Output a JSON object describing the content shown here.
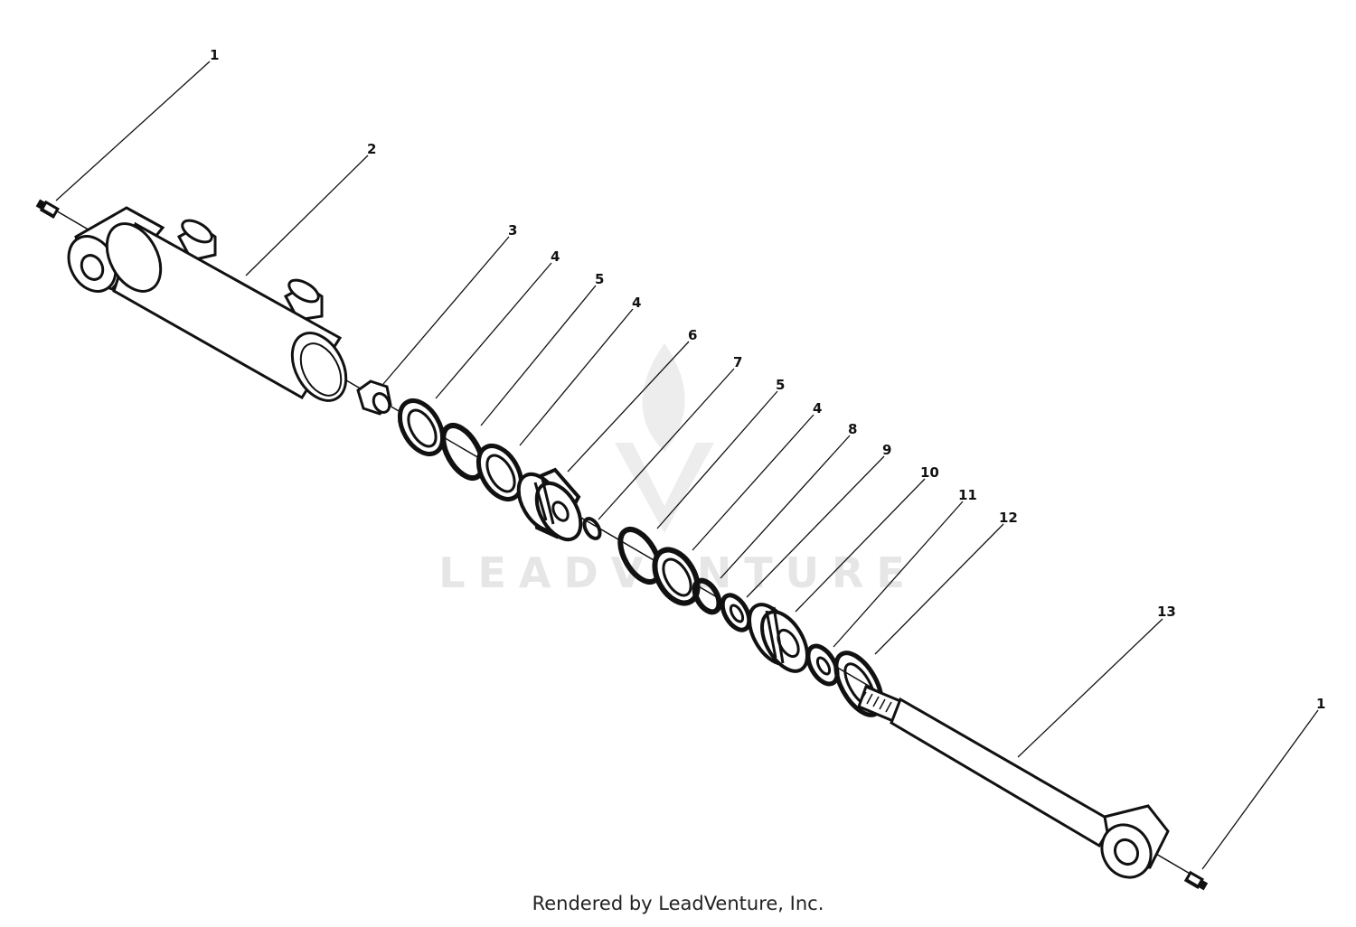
{
  "callouts": [
    {
      "id": "1a",
      "label": "1"
    },
    {
      "id": "2",
      "label": "2"
    },
    {
      "id": "3",
      "label": "3"
    },
    {
      "id": "4a",
      "label": "4"
    },
    {
      "id": "5a",
      "label": "5"
    },
    {
      "id": "4b",
      "label": "4"
    },
    {
      "id": "6",
      "label": "6"
    },
    {
      "id": "7",
      "label": "7"
    },
    {
      "id": "5b",
      "label": "5"
    },
    {
      "id": "4c",
      "label": "4"
    },
    {
      "id": "8",
      "label": "8"
    },
    {
      "id": "9",
      "label": "9"
    },
    {
      "id": "10",
      "label": "10"
    },
    {
      "id": "11",
      "label": "11"
    },
    {
      "id": "12",
      "label": "12"
    },
    {
      "id": "13",
      "label": "13"
    },
    {
      "id": "1b",
      "label": "1"
    }
  ],
  "watermark": {
    "text": "LEADVENTURE",
    "color": "#e6e6e6"
  },
  "footer": {
    "text": "Rendered by LeadVenture, Inc."
  }
}
